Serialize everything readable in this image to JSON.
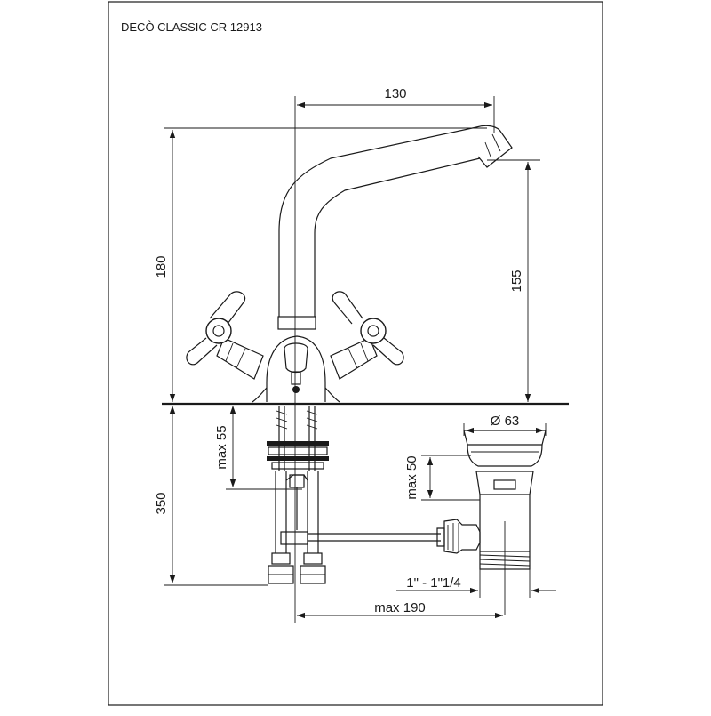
{
  "title": "DECÒ CLASSIC CR 12913",
  "dimensions": {
    "spout_reach": "130",
    "total_height": "180",
    "spout_height": "155",
    "below_deck": "350",
    "max_thickness": "max 55",
    "waste_diameter": "Ø 63",
    "waste_max": "max 50",
    "waste_thread": "1\" - 1\"1/4",
    "max_distance": "max 190"
  },
  "colors": {
    "line": "#1a1a1a",
    "background": "#ffffff"
  }
}
